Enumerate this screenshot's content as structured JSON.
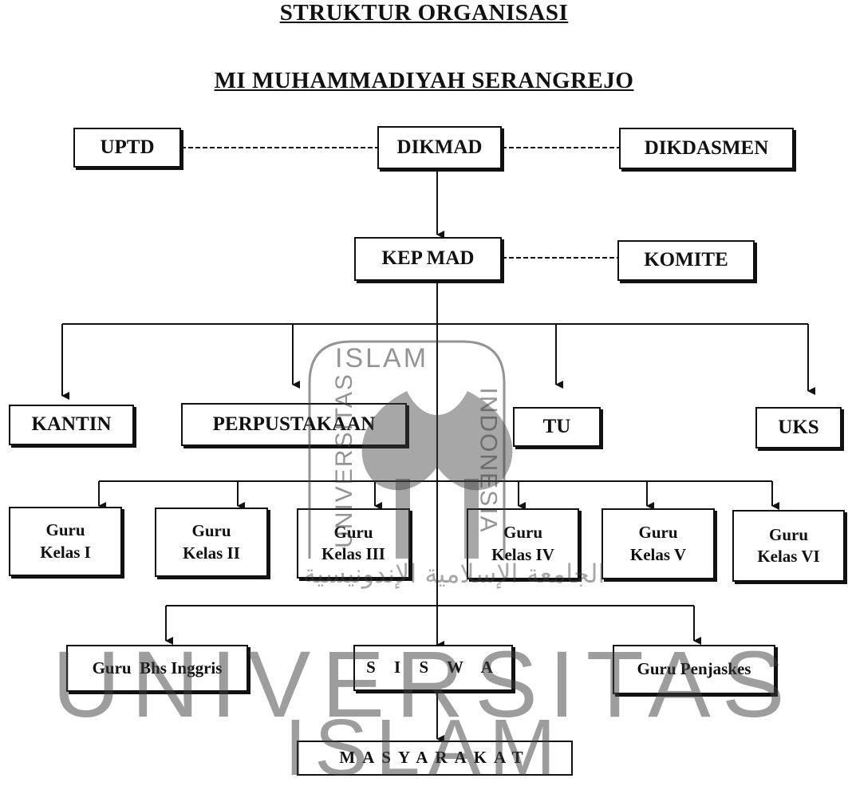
{
  "title": "STRUKTUR ORGANISASI",
  "subtitle": "MI MUHAMMADIYAH SERANGREJO",
  "nodes": {
    "uptd": "UPTD",
    "dikmad": "DIKMAD",
    "dikdasmen": "DIKDASMEN",
    "kepmad": "KEP MAD",
    "komite": "KOMITE",
    "kantin": "KANTIN",
    "perpustakaan": "PERPUSTAKAAN",
    "tu": "TU",
    "uks": "UKS",
    "guru1": {
      "line1": "Guru",
      "line2": "Kelas I"
    },
    "guru2": {
      "line1": "Guru",
      "line2": "Kelas II"
    },
    "guru3": {
      "line1": "Guru",
      "line2": "Kelas III"
    },
    "guru4": {
      "line1": "Guru",
      "line2": "Kelas IV"
    },
    "guru5": {
      "line1": "Guru",
      "line2": "Kelas V"
    },
    "guru6": {
      "line1": "Guru",
      "line2": "Kelas VI"
    },
    "guru_inggris": "Guru  Bhs Inggris",
    "siswa": "S I S W A",
    "guru_penjaskes": "Guru Penjaskes",
    "masyarakat": "MASYARAKAT"
  },
  "watermark": {
    "top_arc": "ISLAM",
    "left_arc": "UNIVERSITAS",
    "right_arc": "INDONESIA",
    "arabic": "الجامعة الإسلامية الإندونيسية",
    "bottom_line1": "UNIVERSITAS",
    "bottom_line2": "ISLAM"
  }
}
